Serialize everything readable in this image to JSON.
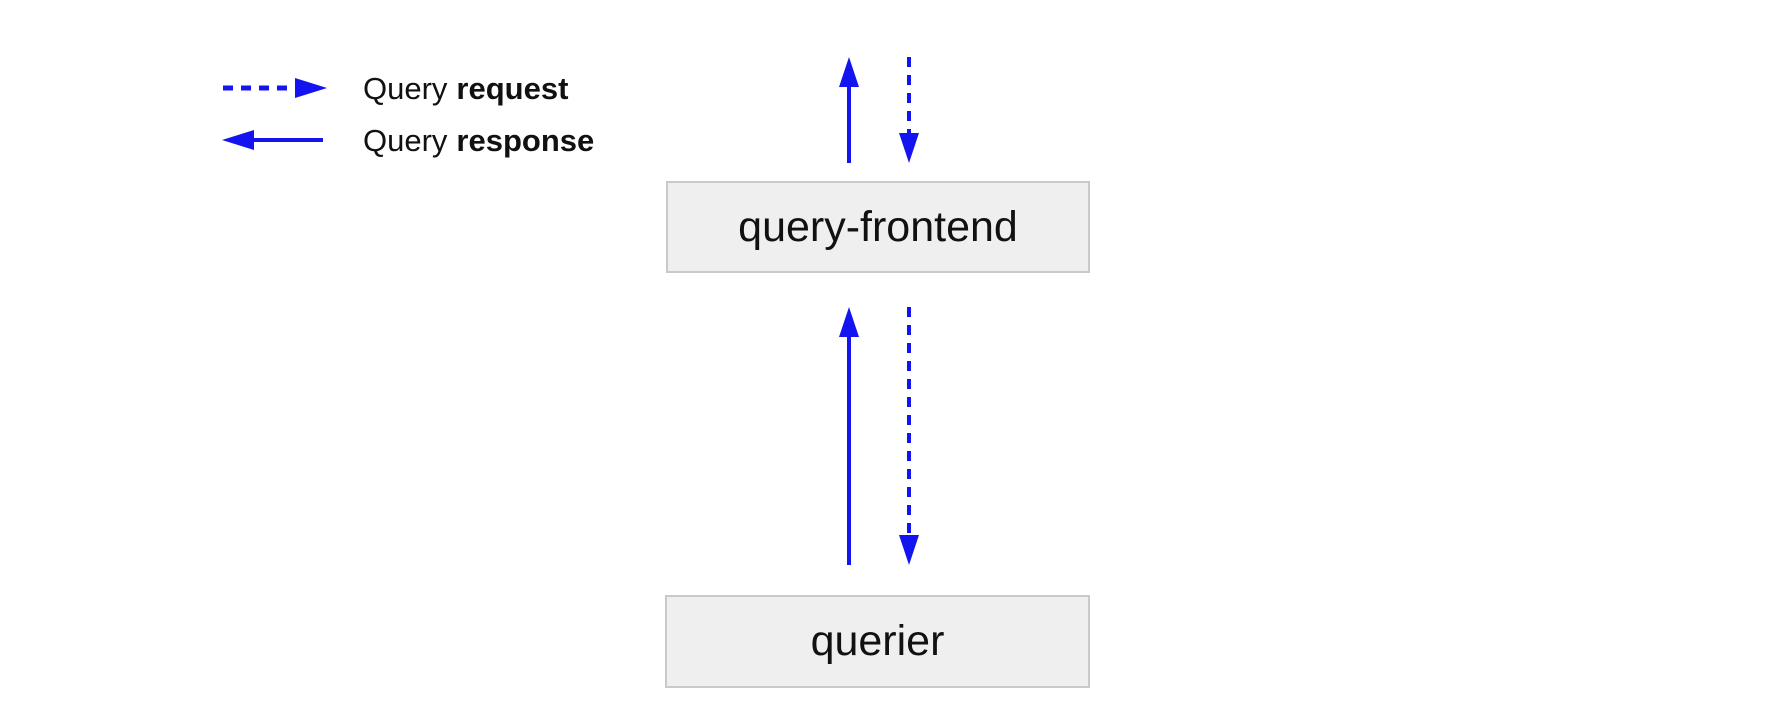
{
  "colors": {
    "arrow_blue": "#1414f0",
    "node_fill": "#efefef",
    "node_border": "#c9c9c9",
    "text": "#111111",
    "background": "#ffffff"
  },
  "legend": {
    "items": [
      {
        "icon": "dashed-arrow-right-icon",
        "prefix": "Query",
        "bold": "request"
      },
      {
        "icon": "solid-arrow-left-icon",
        "prefix": "Query",
        "bold": "response"
      }
    ]
  },
  "nodes": [
    {
      "id": "query-frontend",
      "label": "query-frontend"
    },
    {
      "id": "querier",
      "label": "querier"
    }
  ],
  "edges": [
    {
      "at": "above-query-frontend",
      "type": "request",
      "style": "dashed",
      "direction": "down"
    },
    {
      "at": "above-query-frontend",
      "type": "response",
      "style": "solid",
      "direction": "up"
    },
    {
      "at": "between-query-frontend-and-querier",
      "type": "request",
      "style": "dashed",
      "direction": "down"
    },
    {
      "at": "between-query-frontend-and-querier",
      "type": "response",
      "style": "solid",
      "direction": "up"
    }
  ]
}
